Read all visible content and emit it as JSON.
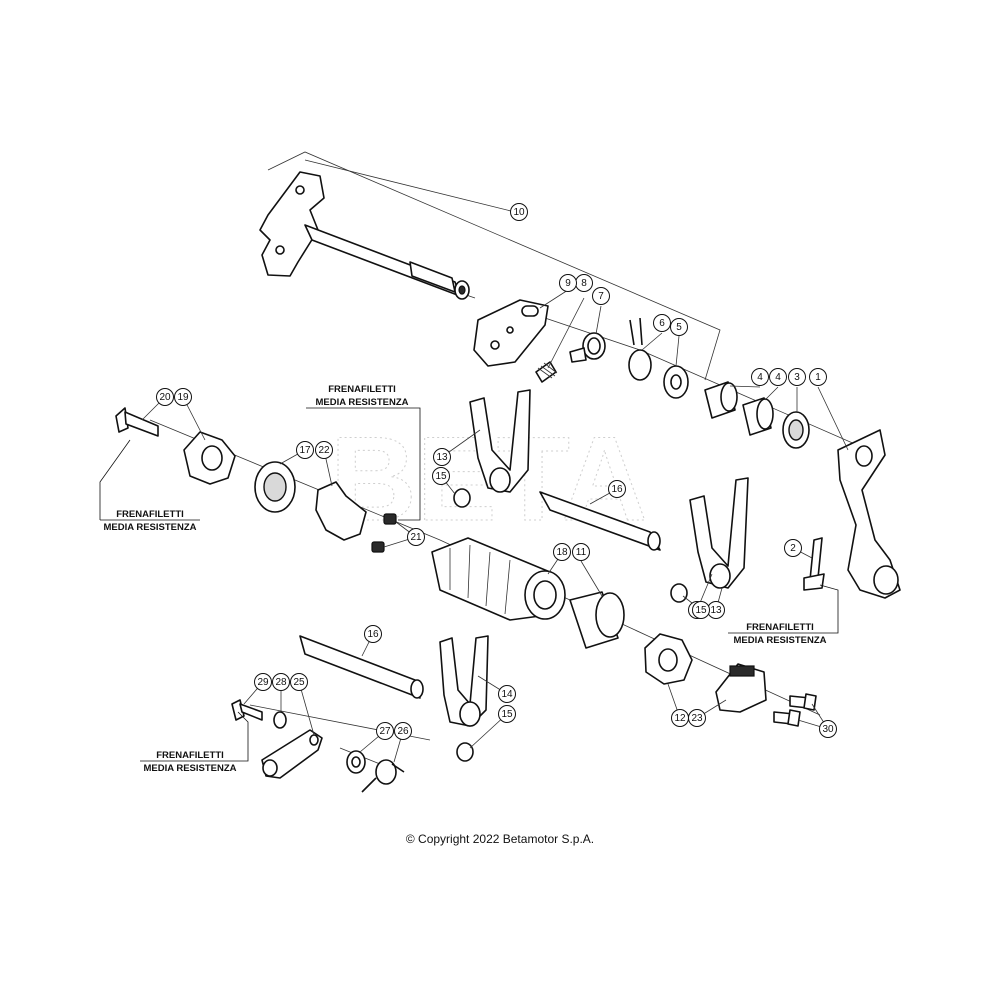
{
  "callouts": [
    {
      "label": "1"
    },
    {
      "label": "2"
    },
    {
      "label": "3"
    },
    {
      "label": "4"
    },
    {
      "label": "4"
    },
    {
      "label": "5"
    },
    {
      "label": "6"
    },
    {
      "label": "7"
    },
    {
      "label": "8"
    },
    {
      "label": "9"
    },
    {
      "label": "10"
    },
    {
      "label": "11"
    },
    {
      "label": "12"
    },
    {
      "label": "13"
    },
    {
      "label": "13"
    },
    {
      "label": "13"
    },
    {
      "label": "14"
    },
    {
      "label": "15"
    },
    {
      "label": "15"
    },
    {
      "label": "15"
    },
    {
      "label": "16"
    },
    {
      "label": "16"
    },
    {
      "label": "17"
    },
    {
      "label": "18"
    },
    {
      "label": "19"
    },
    {
      "label": "20"
    },
    {
      "label": "21"
    },
    {
      "label": "22"
    },
    {
      "label": "23"
    },
    {
      "label": "25"
    },
    {
      "label": "26"
    },
    {
      "label": "27"
    },
    {
      "label": "28"
    },
    {
      "label": "29"
    },
    {
      "label": "30"
    }
  ],
  "notes": [
    {
      "line1": "FRENAFILETTI",
      "line2": "MEDIA RESISTENZA"
    },
    {
      "line1": "FRENAFILETTI",
      "line2": "MEDIA RESISTENZA"
    },
    {
      "line1": "FRENAFILETTI",
      "line2": "MEDIA RESISTENZA"
    },
    {
      "line1": "FRENAFILETTI",
      "line2": "MEDIA RESISTENZA"
    }
  ],
  "copyright": "© Copyright 2022 Betamotor S.p.A."
}
